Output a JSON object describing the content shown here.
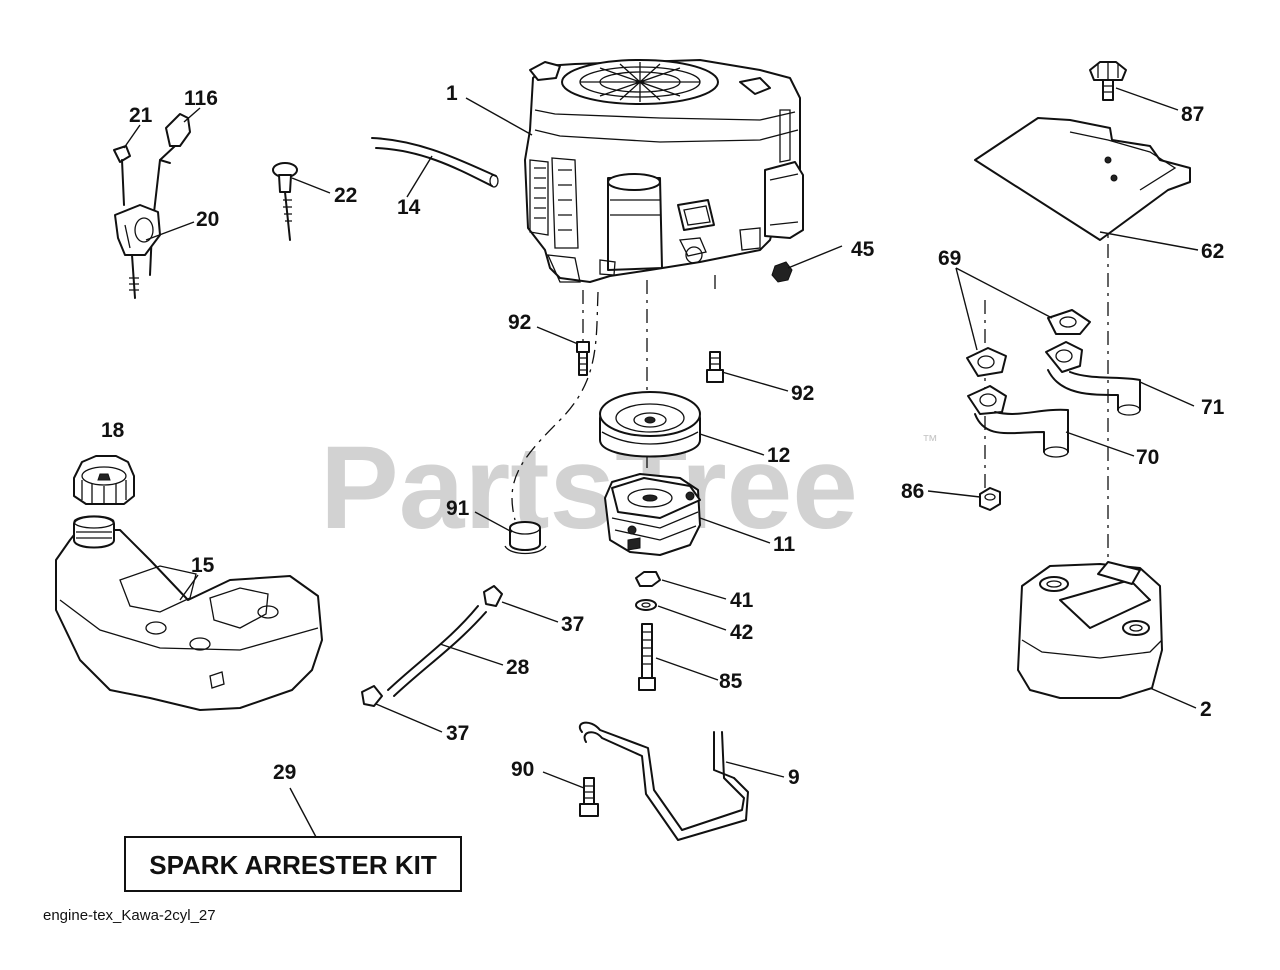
{
  "watermark": {
    "text": "PartsTree",
    "trademark": "™"
  },
  "kit_box": {
    "label": "SPARK ARRESTER KIT"
  },
  "footer": {
    "diagram_id": "engine-tex_Kawa-2cyl_27"
  },
  "callouts": [
    {
      "id": "c1",
      "label": "1"
    },
    {
      "id": "c116",
      "label": "116"
    },
    {
      "id": "c21",
      "label": "21"
    },
    {
      "id": "c20",
      "label": "20"
    },
    {
      "id": "c22",
      "label": "22"
    },
    {
      "id": "c14",
      "label": "14"
    },
    {
      "id": "c45",
      "label": "45"
    },
    {
      "id": "c87",
      "label": "87"
    },
    {
      "id": "c62",
      "label": "62"
    },
    {
      "id": "c69",
      "label": "69"
    },
    {
      "id": "c92a",
      "label": "92"
    },
    {
      "id": "c92b",
      "label": "92"
    },
    {
      "id": "c71",
      "label": "71"
    },
    {
      "id": "c70",
      "label": "70"
    },
    {
      "id": "c18",
      "label": "18"
    },
    {
      "id": "c12",
      "label": "12"
    },
    {
      "id": "c86",
      "label": "86"
    },
    {
      "id": "c91",
      "label": "91"
    },
    {
      "id": "c11",
      "label": "11"
    },
    {
      "id": "c15",
      "label": "15"
    },
    {
      "id": "c41",
      "label": "41"
    },
    {
      "id": "c42",
      "label": "42"
    },
    {
      "id": "c37a",
      "label": "37"
    },
    {
      "id": "c28",
      "label": "28"
    },
    {
      "id": "c85",
      "label": "85"
    },
    {
      "id": "c2",
      "label": "2"
    },
    {
      "id": "c37b",
      "label": "37"
    },
    {
      "id": "c29",
      "label": "29"
    },
    {
      "id": "c90",
      "label": "90"
    },
    {
      "id": "c9",
      "label": "9"
    }
  ]
}
